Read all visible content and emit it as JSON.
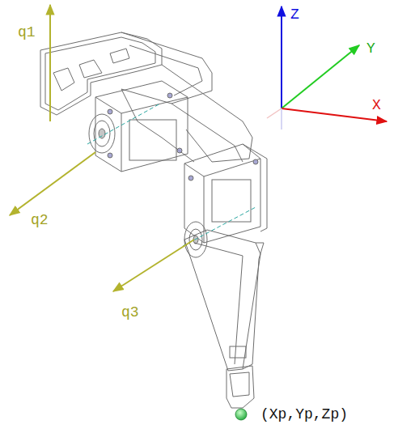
{
  "diagram": {
    "labels": [
      "q1",
      "q2",
      "q3",
      "Z",
      "Y",
      "X",
      "(Xp,Yp,Zp)"
    ]
  }
}
